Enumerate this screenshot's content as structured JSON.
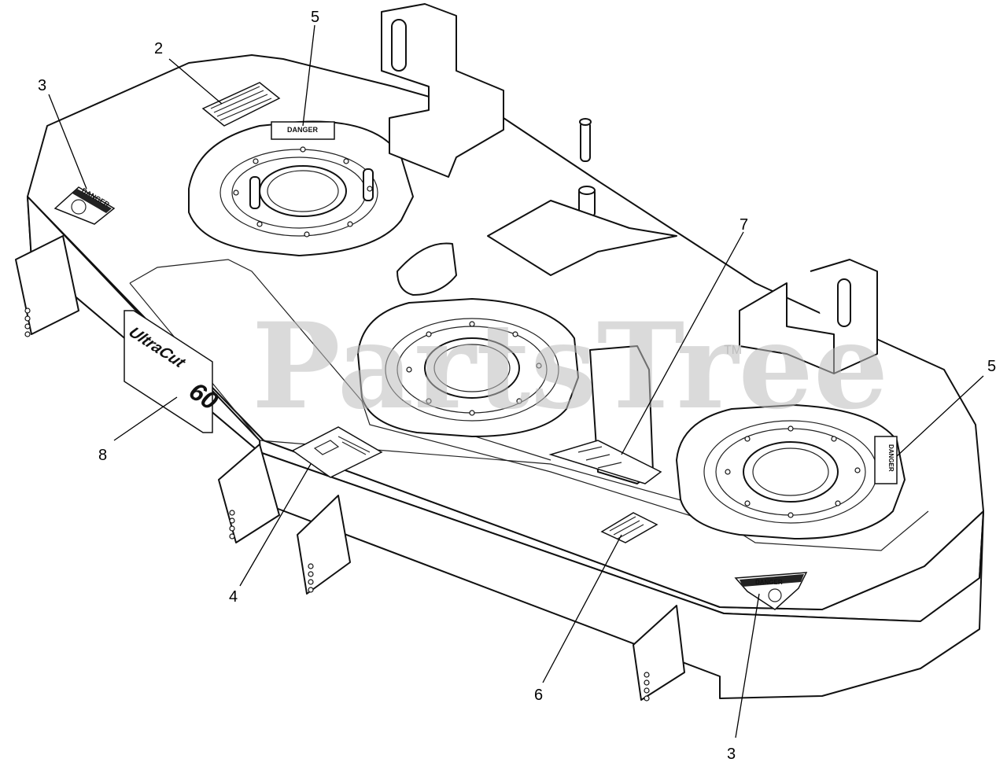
{
  "watermark": {
    "text": "PartsTree",
    "trademark": "TM"
  },
  "deck_branding": {
    "brand": "UltraCut",
    "size": "60"
  },
  "decals": {
    "danger_top": "DANGER",
    "danger_right": "DANGER",
    "danger_left_triangle": "DANGER",
    "danger_bottom_triangle": "DANGER"
  },
  "callouts": [
    {
      "id": "callout-2",
      "label": "2"
    },
    {
      "id": "callout-3-left",
      "label": "3"
    },
    {
      "id": "callout-5-top",
      "label": "5"
    },
    {
      "id": "callout-7",
      "label": "7"
    },
    {
      "id": "callout-5-right",
      "label": "5"
    },
    {
      "id": "callout-8",
      "label": "8"
    },
    {
      "id": "callout-4",
      "label": "4"
    },
    {
      "id": "callout-6",
      "label": "6"
    },
    {
      "id": "callout-3-bottom",
      "label": "3"
    }
  ]
}
